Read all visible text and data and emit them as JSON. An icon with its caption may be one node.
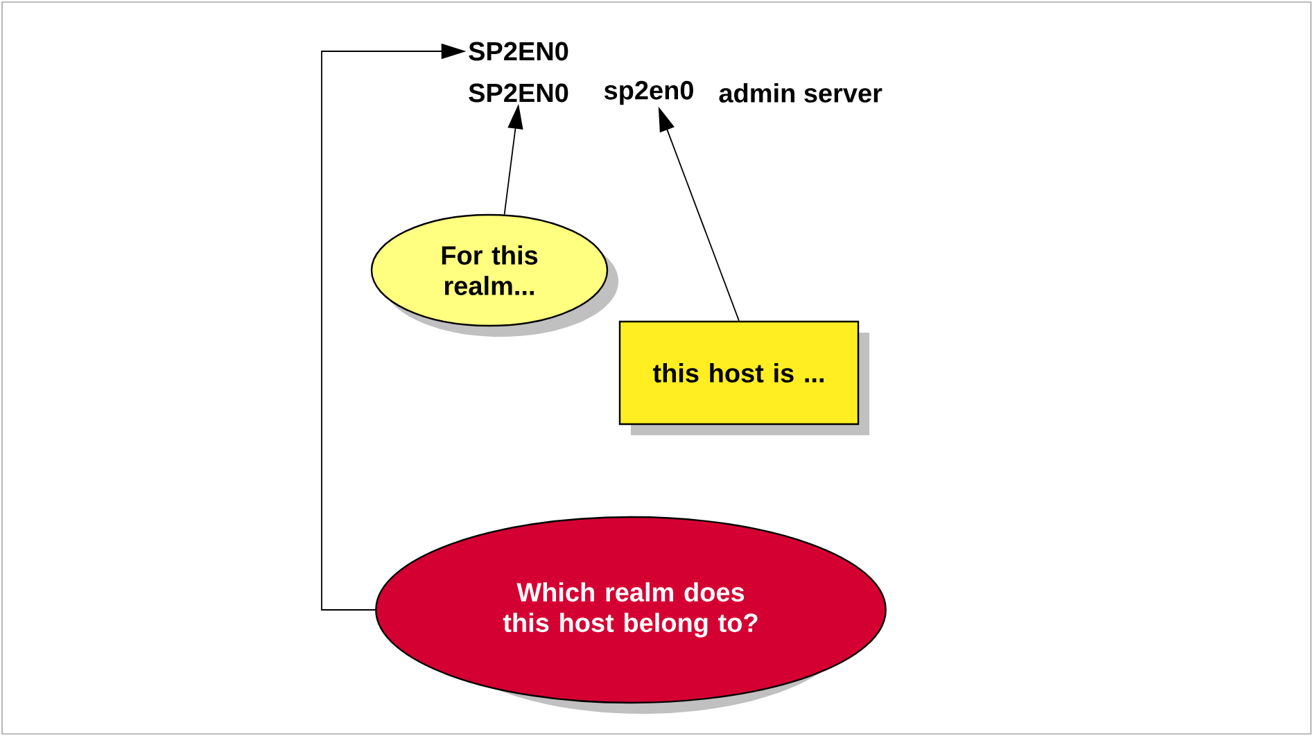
{
  "diagram": {
    "nodes": [
      {
        "text": [
          "SP2EN0"
        ]
      },
      {
        "text": [
          "SP2EN0"
        ]
      },
      {
        "text": [
          "sp2en0"
        ]
      },
      {
        "text": [
          "For this realm..."
        ]
      },
      {
        "text": [
          "this host is ..."
        ]
      },
      {
        "text": [
          "Which realm does this host belong to?"
        ]
      }
    ],
    "edges": [
      {
        "from": 3,
        "to": 1,
        "arrow": "to"
      },
      {
        "from": 4,
        "to": 2,
        "arrow": "to"
      },
      {
        "from": 5,
        "to": 0,
        "arrow": "to"
      }
    ],
    "labels": [
      "admin server"
    ]
  }
}
